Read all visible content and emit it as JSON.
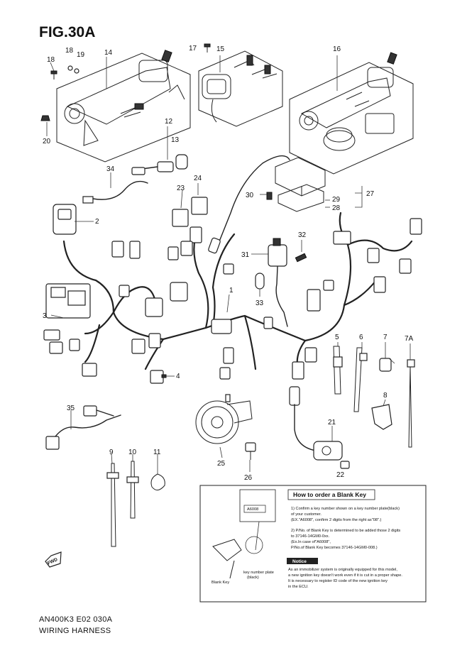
{
  "header": {
    "figure": "FIG.30A"
  },
  "footer": {
    "model_code": "AN400K3  E02  030A",
    "title": "WIRING HARNESS"
  },
  "callouts": {
    "c1": "1",
    "c2": "2",
    "c3": "3",
    "c4": "4",
    "c5": "5",
    "c6": "6",
    "c7": "7",
    "c7a": "7A",
    "c8": "8",
    "c9": "9",
    "c10": "10",
    "c11": "11",
    "c12": "12",
    "c13": "13",
    "c14": "14",
    "c15": "15",
    "c16": "16",
    "c17": "17",
    "c18a": "18",
    "c18b": "18",
    "c19": "19",
    "c20": "20",
    "c21": "21",
    "c22": "22",
    "c23": "23",
    "c24": "24",
    "c25": "25",
    "c26": "26",
    "c27": "27",
    "c28": "28",
    "c29": "29",
    "c30": "30",
    "c31": "31",
    "c32": "32",
    "c33": "33",
    "c34": "34",
    "c35": "35"
  },
  "blank_key_box": {
    "title": "How to order a Blank Key",
    "tag_label": "A6008",
    "key_label": "Blank Key",
    "plate_label_1": "key number plate",
    "plate_label_2": "(black)",
    "steps": [
      "1) Confirm a key number shown on a key number plate(black)",
      "   of your customer.",
      "   (EX.\"A6008\", confirm 2 digits from the right as\"08\".)",
      "2) P/No. of Blank Key is determined to be added those 2 digits",
      "   to 37146-14GM0-0xx.",
      "   (Ex.In case of\"A6008\",",
      "   P/No.of Blank Key becomes 37146-14GM0-008.)"
    ],
    "notice_label": "Notice",
    "notice_lines": [
      "As an immobilizer system is originally equipped for this model,",
      "a new ignition key doesn't work even if it is cut in a proper shape.",
      "It is necessary to register ID code of the new ignition key",
      "in the ECU."
    ]
  },
  "fwd_label": "FWD"
}
